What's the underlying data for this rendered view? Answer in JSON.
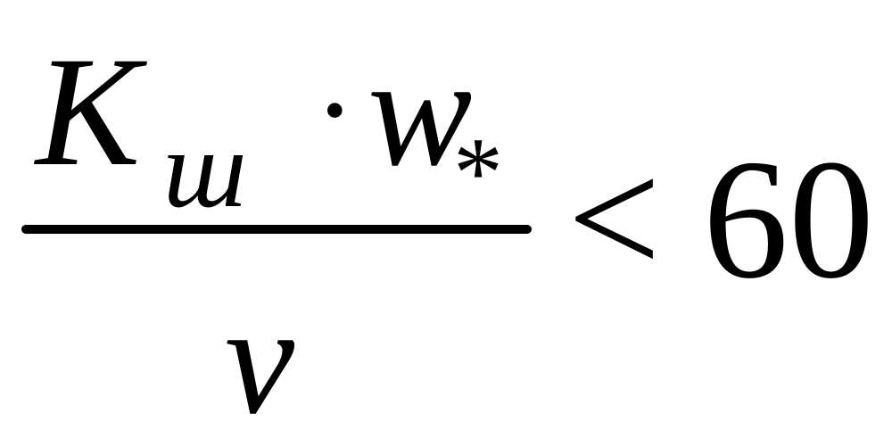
{
  "formula": {
    "numerator": {
      "symbol": "K",
      "subscript": "ш",
      "operator": "·",
      "variable": "w",
      "variable_subscript": "*"
    },
    "denominator": {
      "symbol": "ν"
    },
    "relation": "<",
    "rhs": "60"
  }
}
